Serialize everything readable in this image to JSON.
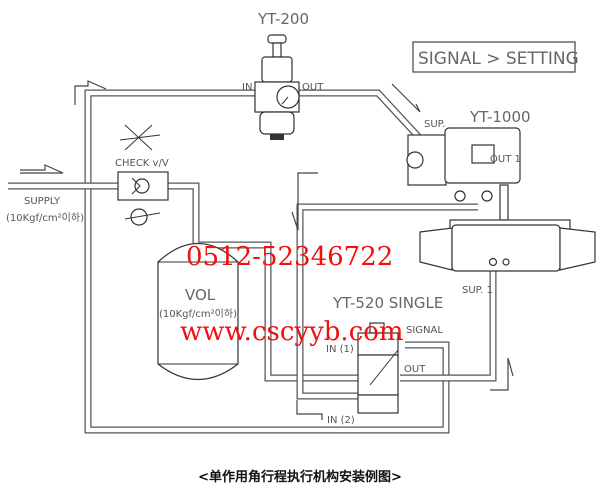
{
  "diagram": {
    "yt200": {
      "name": "YT-200",
      "in": "IN",
      "out": "OUT"
    },
    "signal_box": "SIGNAL > SETTING",
    "yt1000": {
      "name": "YT-1000",
      "sup": "SUP.",
      "out1": "OUT 1"
    },
    "check_valve": "CHECK v/V",
    "supply": {
      "label": "SUPPLY",
      "spec": "(10Kgf/cm²이하)"
    },
    "vol": {
      "label": "VOL",
      "spec": "(10Kgf/cm²이하)"
    },
    "yt520": {
      "name": "YT-520 SINGLE",
      "signal": "SIGNAL",
      "in1": "IN (1)",
      "out": "OUT",
      "in2": "IN (2)"
    },
    "actuator": {
      "sup1": "SUP. 1"
    },
    "watermark_phone": "0512-52346722",
    "watermark_url": "www.cscyyb.com",
    "caption": "<单作用角行程执行机构安装例图>"
  }
}
